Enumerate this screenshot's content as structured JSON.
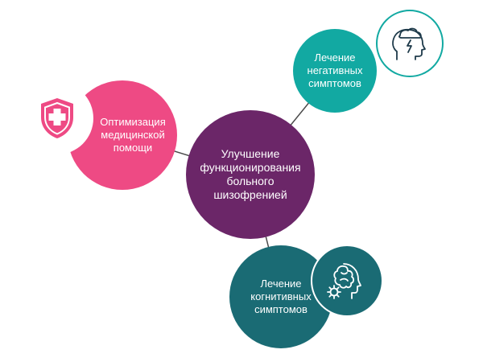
{
  "center": {
    "label": "Улучшение\nфункционирования\nбольного\nшизофренией",
    "color": "#6b2668"
  },
  "nodes": {
    "negative": {
      "label": "Лечение\nнегативных\nсимптомов",
      "color": "#12a9a2",
      "icon": "head-lightning-icon"
    },
    "care": {
      "label": "Оптимизация\nмедицинской\nпомощи",
      "color": "#ee4a84",
      "icon": "shield-cross-icon"
    },
    "cognitive": {
      "label": "Лечение\nкогнитивных\nсимптомов",
      "color": "#1a6b74",
      "icon": "head-brain-gear-icon"
    }
  },
  "connector_color": "#4a4a4a"
}
